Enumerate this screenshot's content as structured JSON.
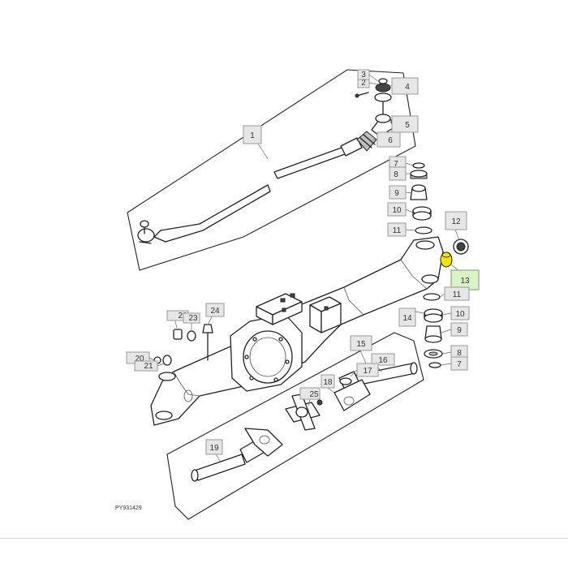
{
  "diagram": {
    "drawing_code": "PY931429",
    "highlight_color": "#f4e400",
    "callouts": [
      {
        "id": "c1",
        "text": "1"
      },
      {
        "id": "c2",
        "text": "2"
      },
      {
        "id": "c3",
        "text": "3"
      },
      {
        "id": "c4",
        "text": "4"
      },
      {
        "id": "c5",
        "text": "5"
      },
      {
        "id": "c6",
        "text": "6"
      },
      {
        "id": "c7a",
        "text": "7"
      },
      {
        "id": "c8a",
        "text": "8"
      },
      {
        "id": "c9a",
        "text": "9"
      },
      {
        "id": "c10a",
        "text": "10"
      },
      {
        "id": "c11a",
        "text": "11"
      },
      {
        "id": "c12",
        "text": "12"
      },
      {
        "id": "c13",
        "text": "13"
      },
      {
        "id": "c11b",
        "text": "11"
      },
      {
        "id": "c14",
        "text": "14"
      },
      {
        "id": "c10b",
        "text": "10"
      },
      {
        "id": "c9b",
        "text": "9"
      },
      {
        "id": "c8b",
        "text": "8"
      },
      {
        "id": "c7b",
        "text": "7"
      },
      {
        "id": "c15",
        "text": "15"
      },
      {
        "id": "c16",
        "text": "16"
      },
      {
        "id": "c17",
        "text": "17"
      },
      {
        "id": "c18",
        "text": "18"
      },
      {
        "id": "c19",
        "text": "19"
      },
      {
        "id": "c20",
        "text": "20"
      },
      {
        "id": "c21",
        "text": "21"
      },
      {
        "id": "c22",
        "text": "22"
      },
      {
        "id": "c23",
        "text": "23"
      },
      {
        "id": "c24",
        "text": "24"
      },
      {
        "id": "c25",
        "text": "25"
      }
    ]
  }
}
